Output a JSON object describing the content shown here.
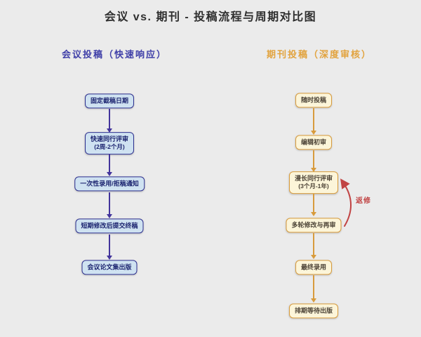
{
  "title": "会议 vs. 期刊 - 投稿流程与周期对比图",
  "colors": {
    "background": "#ebebeb",
    "title_text": "#2e2e2e",
    "conf_header": "#3f3fa8",
    "conf_node_bg": "#cfe2f1",
    "conf_node_border": "#2d2f8f",
    "conf_node_text": "#1c2470",
    "conf_arrow": "#43349c",
    "journal_header": "#e2a33e",
    "journal_node_bg": "#fcf5d9",
    "journal_node_border": "#d89b3c",
    "journal_node_text": "#4c4336",
    "journal_arrow": "#d89b3c",
    "feedback": "#c14444"
  },
  "conference_flow": {
    "header": "会议投稿（快速响应）",
    "nodes": [
      {
        "label": "固定截稿日期"
      },
      {
        "label": "快速同行评审",
        "sublabel": "(2周-2个月)"
      },
      {
        "label": "一次性录用/拒稿通知"
      },
      {
        "label": "短期修改后提交终稿"
      },
      {
        "label": "会议论文集出版"
      }
    ]
  },
  "journal_flow": {
    "header": "期刊投稿（深度审核）",
    "nodes": [
      {
        "label": "随时投稿"
      },
      {
        "label": "编辑初审"
      },
      {
        "label": "漫长同行评审",
        "sublabel": "(3个月-1年)"
      },
      {
        "label": "多轮修改与再审"
      },
      {
        "label": "最终录用"
      },
      {
        "label": "排期等待出版"
      }
    ],
    "feedback_label": "返修"
  }
}
